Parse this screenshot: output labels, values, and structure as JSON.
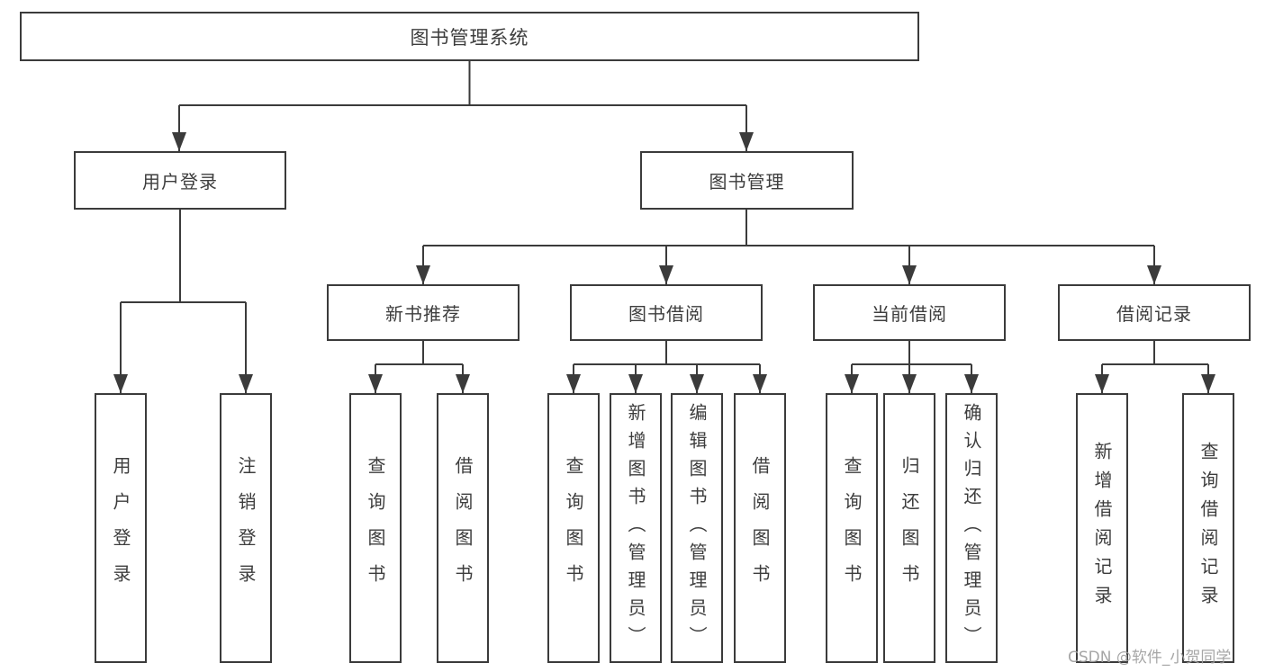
{
  "diagram": {
    "root": "图书管理系统",
    "level2": {
      "user_login": "用户登录",
      "book_mgmt": "图书管理"
    },
    "level3": {
      "new_book_rec": "新书推荐",
      "book_borrow": "图书借阅",
      "current_borrow": "当前借阅",
      "borrow_record": "借阅记录"
    },
    "leaves": {
      "user_login": "用户登录",
      "logout": "注销登录",
      "query_book_1": "查询图书",
      "borrow_book_1": "借阅图书",
      "query_book_2": "查询图书",
      "add_book": "新增图书（管理员）",
      "edit_book": "编辑图书（管理员）",
      "borrow_book_2": "借阅图书",
      "query_book_3": "查询图书",
      "return_book": "归还图书",
      "confirm_return": "确认归还（管理员）",
      "add_record": "新增借阅记录",
      "query_record": "查询借阅记录"
    },
    "colors": {
      "line": "#3b3b3b",
      "text": "#3d3d3d",
      "watermark": "#9e9e9e"
    }
  },
  "watermark": "CSDN @软件_小贺同学"
}
